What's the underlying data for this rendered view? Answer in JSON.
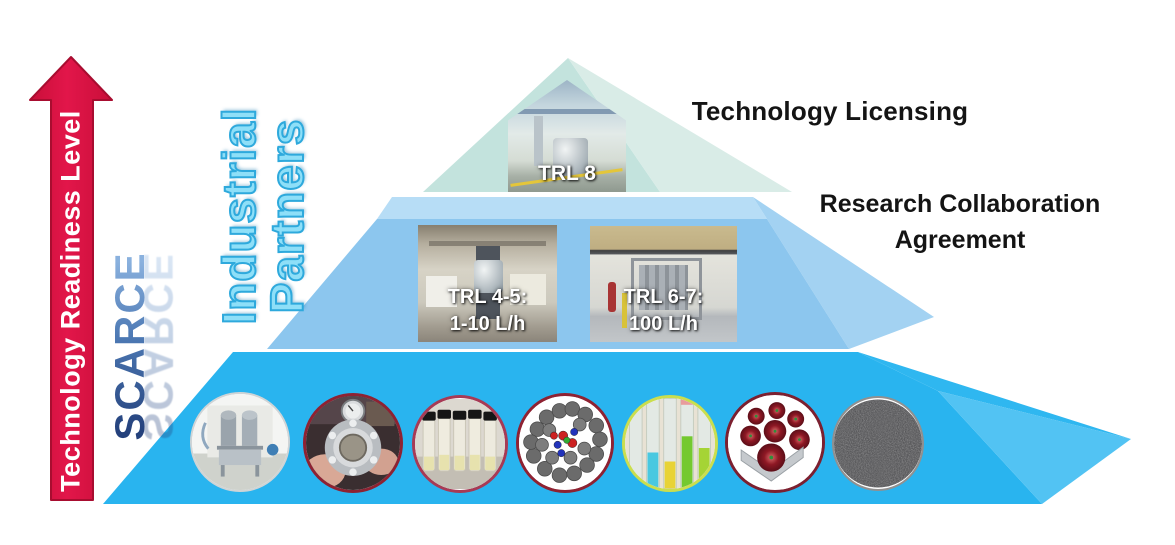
{
  "diagram": {
    "arrow": {
      "label": "Technology Readiness Level",
      "color": "#d5123f"
    },
    "logo": {
      "text": "SCARCE",
      "color_top": "#8ab1de",
      "color_bottom": "#24417c"
    },
    "partners": {
      "lines": [
        "Industrial",
        "Partners"
      ],
      "fill": "#8edff8",
      "outline": "#2ea9dc"
    },
    "tiers": {
      "top": {
        "trl_label": "TRL 8",
        "engagement_label": "Technology Licensing",
        "face_color": "#c3e3dd",
        "side_color": "#d9ece7"
      },
      "middle": {
        "engagement_lines": [
          "Research Collaboration",
          "Agreement"
        ],
        "photos": [
          {
            "label_line1": "TRL 4-5:",
            "label_line2": "1-10 L/h"
          },
          {
            "label_line1": "TRL 6-7:",
            "label_line2": "100 L/h"
          }
        ],
        "face_color": "#8cc6ee",
        "bevel_color": "#b7ddf6"
      },
      "bottom": {
        "face_color": "#29b4ef",
        "side_color": "#52c3f3",
        "circles": [
          {
            "name": "filtration-skid-photo",
            "border_color": "#cfd4d6"
          },
          {
            "name": "metal-flange-photo",
            "border_color": "#8e2232"
          },
          {
            "name": "sample-vials-photo",
            "border_color": "#a73a55"
          },
          {
            "name": "molecule-model-photo",
            "border_color": "#8e2232"
          },
          {
            "name": "test-tubes-photo",
            "border_color": "#cade4e"
          },
          {
            "name": "membrane-plate-photo",
            "border_color": "#7c2030"
          },
          {
            "name": "granules-photo",
            "border_color": "#909090"
          }
        ]
      }
    }
  }
}
